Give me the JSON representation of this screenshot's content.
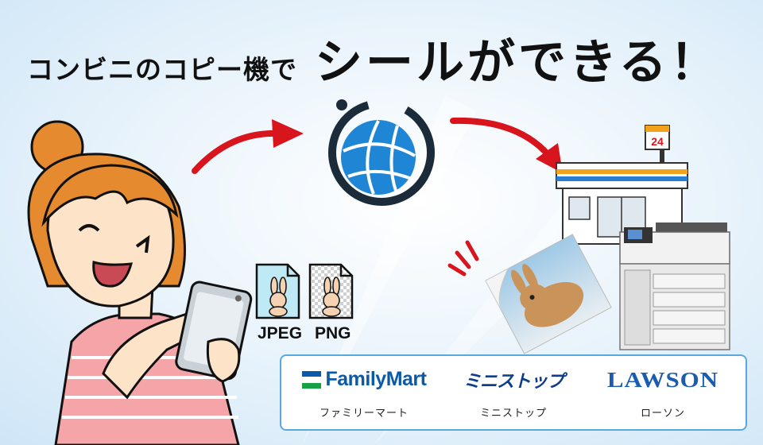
{
  "headline": {
    "small": "コンビニのコピー機で",
    "big": "シールができる！"
  },
  "files": [
    {
      "label": "JPEG"
    },
    {
      "label": "PNG"
    }
  ],
  "store_sign": "24",
  "stores": [
    {
      "logo_text": "FamilyMart",
      "name": "ファミリーマート",
      "color": "#0a5aa8"
    },
    {
      "logo_text": "ミニストップ",
      "name": "ミニストップ",
      "color": "#0d3e8a"
    },
    {
      "logo_text": "LAWSON",
      "name": "ローソン",
      "color": "#1a5cb0"
    }
  ],
  "colors": {
    "arrow": "#d8141c",
    "globe": "#1f86d6",
    "border": "#5aa8e0"
  },
  "icons": [
    "woman-with-tablet",
    "globe-icon",
    "convenience-store-icon",
    "copy-machine-icon",
    "sticker-photo-icon",
    "rabbit-icon",
    "red-arrow-icon"
  ]
}
